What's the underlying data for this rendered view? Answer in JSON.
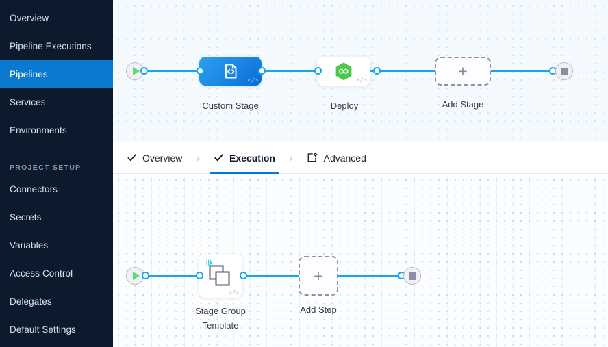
{
  "sidebar": {
    "items": [
      {
        "label": "Overview",
        "name": "sidebar-item-overview",
        "active": false
      },
      {
        "label": "Pipeline Executions",
        "name": "sidebar-item-pipeline-executions",
        "active": false
      },
      {
        "label": "Pipelines",
        "name": "sidebar-item-pipelines",
        "active": true
      },
      {
        "label": "Services",
        "name": "sidebar-item-services",
        "active": false
      },
      {
        "label": "Environments",
        "name": "sidebar-item-environments",
        "active": false
      }
    ],
    "section_label": "PROJECT SETUP",
    "setup_items": [
      {
        "label": "Connectors",
        "name": "sidebar-item-connectors"
      },
      {
        "label": "Secrets",
        "name": "sidebar-item-secrets"
      },
      {
        "label": "Variables",
        "name": "sidebar-item-variables"
      },
      {
        "label": "Access Control",
        "name": "sidebar-item-access-control"
      },
      {
        "label": "Delegates",
        "name": "sidebar-item-delegates"
      },
      {
        "label": "Default Settings",
        "name": "sidebar-item-default-settings"
      }
    ],
    "active_color": "#0b79d0",
    "background_color": "#0b1b2d"
  },
  "tabs": [
    {
      "label": "Overview",
      "icon": "check-icon",
      "active": false
    },
    {
      "label": "Execution",
      "icon": "check-icon",
      "active": true
    },
    {
      "label": "Advanced",
      "icon": "advanced-settings-icon",
      "active": false
    }
  ],
  "tab_separator": "›",
  "tab_active_underline_color": "#0278d4",
  "stage_canvas": {
    "start_node": "start-icon",
    "end_node": "stop-icon",
    "nodes": [
      {
        "label": "Custom Stage",
        "icon": "custom-stage-code-icon",
        "type": "custom-stage",
        "badge": "</>"
      },
      {
        "label": "Deploy",
        "icon": "deploy-hexagon-infinity-icon",
        "type": "deploy-stage",
        "badge": "</>"
      },
      {
        "label": "Add Stage",
        "icon": "plus-icon",
        "type": "add-placeholder",
        "plus": "+"
      }
    ]
  },
  "step_canvas": {
    "start_node": "start-icon",
    "end_node": "stop-icon",
    "nodes": [
      {
        "label": "Stage Group\nTemplate",
        "icon": "stage-group-template-icon",
        "type": "template-step",
        "badge": "</>"
      },
      {
        "label": "Add Step",
        "icon": "plus-icon",
        "type": "add-placeholder",
        "plus": "+"
      }
    ]
  },
  "colors": {
    "edge": "#13a6e8",
    "stage_blue_start": "#2aa0ef",
    "stage_blue_end": "#0a6ed3",
    "deploy_green": "#4bc94b",
    "canvas_top_bg": "#f4fafe",
    "canvas_bottom_bg": "#fcfdfe"
  }
}
